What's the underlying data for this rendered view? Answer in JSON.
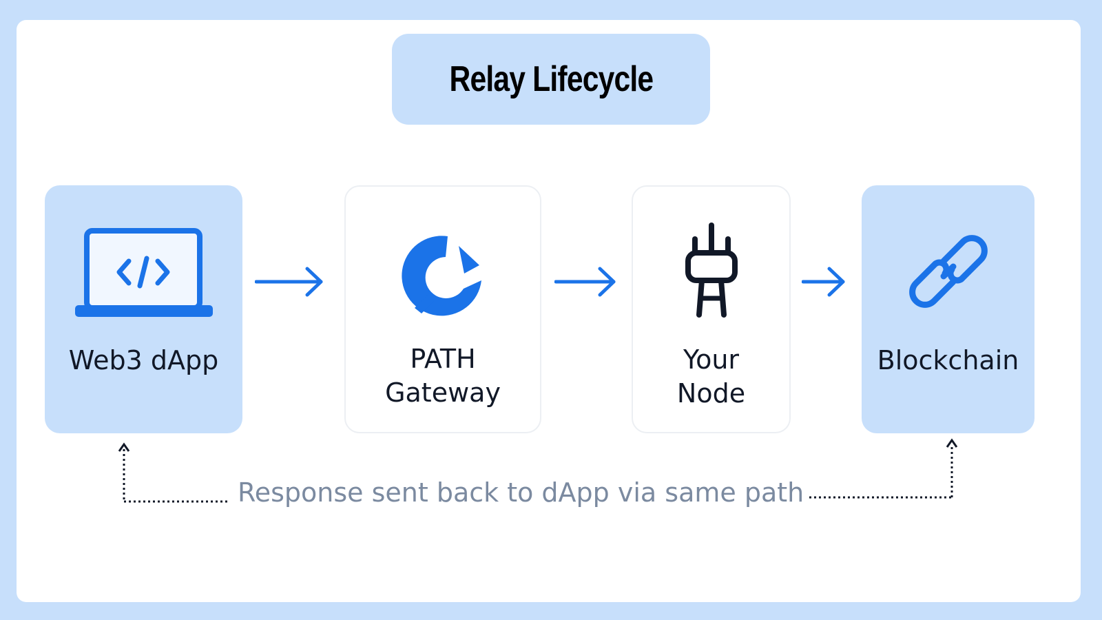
{
  "title": "Relay Lifecycle",
  "nodes": [
    {
      "label": "Web3 dApp",
      "icon": "laptop-code-icon"
    },
    {
      "label": "PATH\nGateway",
      "icon": "path-logo-icon"
    },
    {
      "label": "Your\nNode",
      "icon": "plug-icon"
    },
    {
      "label": "Blockchain",
      "icon": "chain-link-icon"
    }
  ],
  "return_note": "Response sent back to dApp via same path",
  "colors": {
    "background": "#c7dffb",
    "accent_blue": "#1b73e8",
    "box_fill": "#c7dffb",
    "note_text": "#7b8aa0"
  }
}
